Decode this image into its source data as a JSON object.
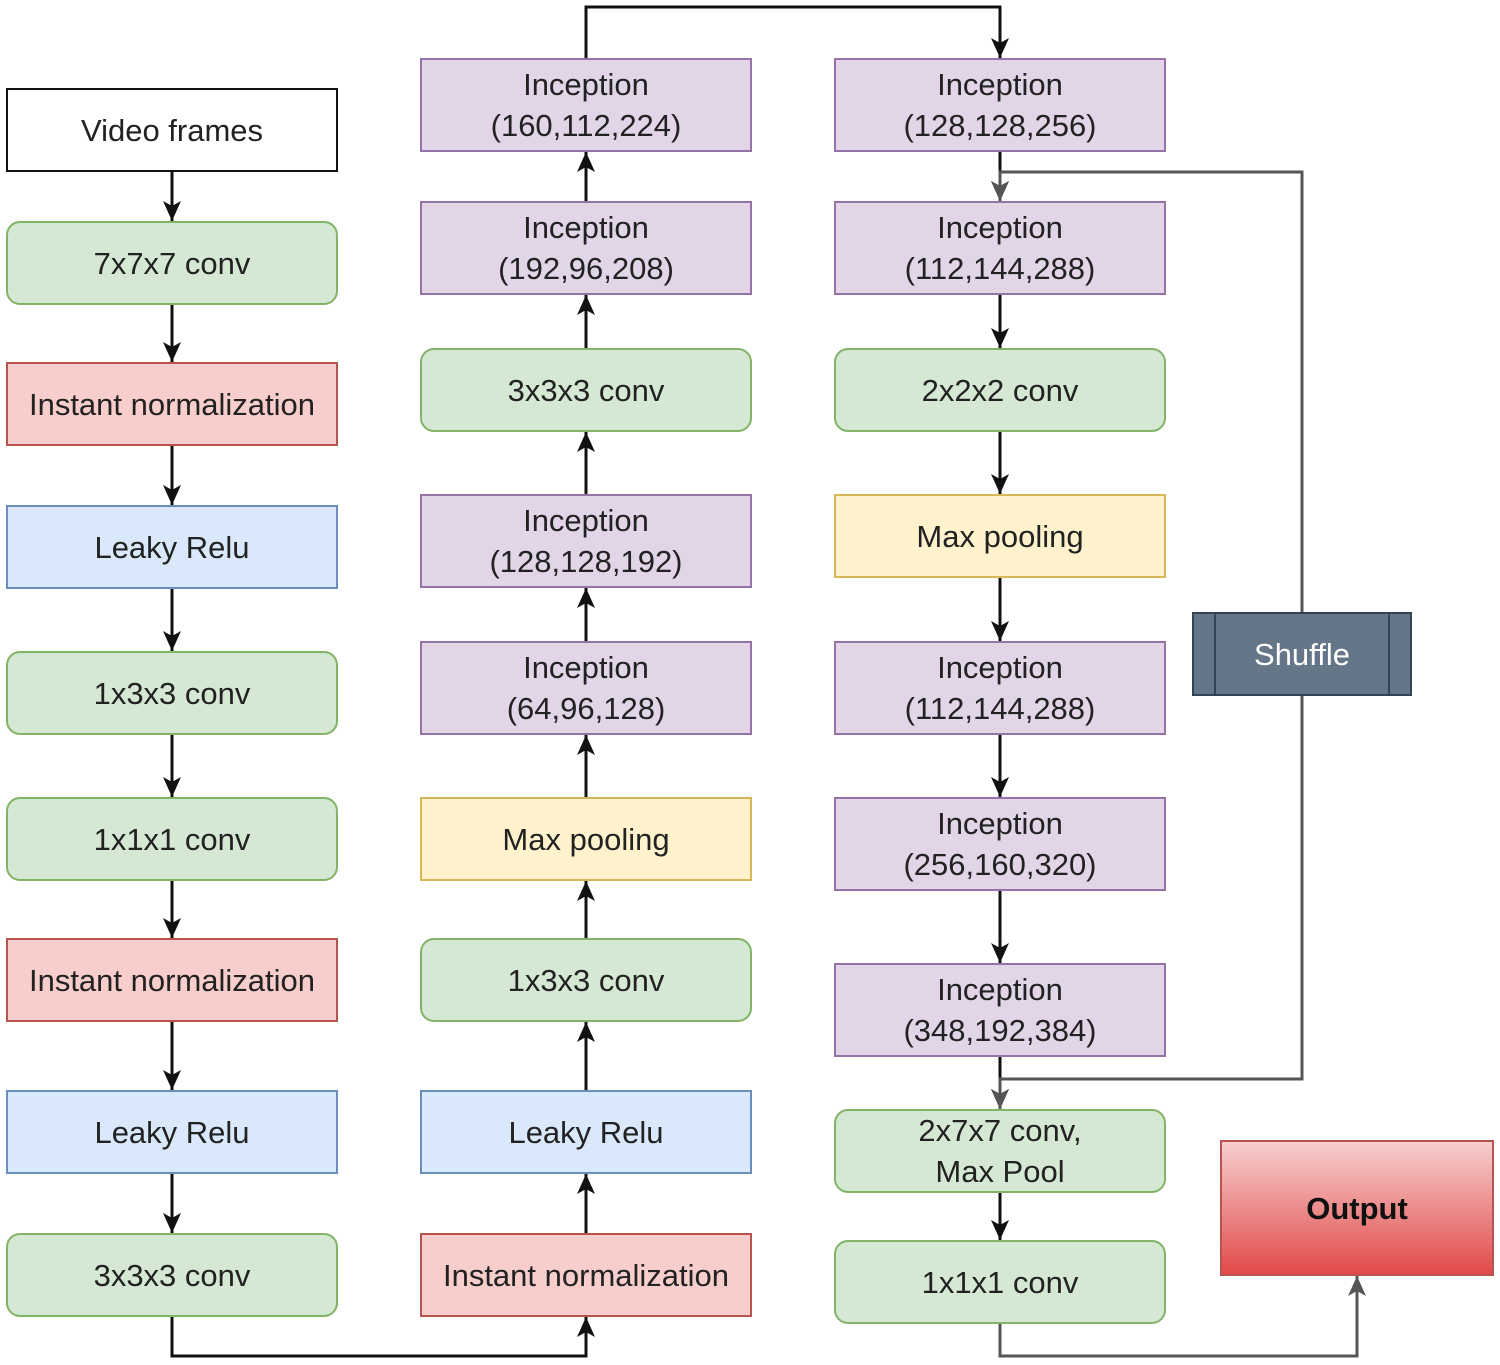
{
  "nodes": [
    {
      "id": "video-frames",
      "label": "Video frames",
      "kind": "input"
    },
    {
      "id": "left-conv-7x7x7",
      "label": "7x7x7 conv",
      "kind": "conv"
    },
    {
      "id": "left-norm-1",
      "label": "Instant normalization",
      "kind": "norm"
    },
    {
      "id": "left-relu-1",
      "label": "Leaky Relu",
      "kind": "relu"
    },
    {
      "id": "left-conv-1x3x3",
      "label": "1x3x3 conv",
      "kind": "conv"
    },
    {
      "id": "left-conv-1x1x1",
      "label": "1x1x1 conv",
      "kind": "conv"
    },
    {
      "id": "left-norm-2",
      "label": "Instant normalization",
      "kind": "norm"
    },
    {
      "id": "left-relu-2",
      "label": "Leaky Relu",
      "kind": "relu"
    },
    {
      "id": "left-conv-3x3x3",
      "label": "3x3x3 conv",
      "kind": "conv"
    },
    {
      "id": "mid-norm",
      "label": "Instant normalization",
      "kind": "norm"
    },
    {
      "id": "mid-relu",
      "label": "Leaky Relu",
      "kind": "relu"
    },
    {
      "id": "mid-conv-1x3x3",
      "label": "1x3x3 conv",
      "kind": "conv"
    },
    {
      "id": "mid-max-pool",
      "label": "Max pooling",
      "kind": "pool"
    },
    {
      "id": "mid-incep-64-96-128",
      "label": "Inception\n(64,96,128)",
      "kind": "incep"
    },
    {
      "id": "mid-incep-128-128-192",
      "label": "Inception\n(128,128,192)",
      "kind": "incep"
    },
    {
      "id": "mid-conv-3x3x3",
      "label": "3x3x3 conv",
      "kind": "conv"
    },
    {
      "id": "mid-incep-192-96-208",
      "label": "Inception\n(192,96,208)",
      "kind": "incep"
    },
    {
      "id": "mid-incep-160-112-224",
      "label": "Inception\n(160,112,224)",
      "kind": "incep"
    },
    {
      "id": "right-incep-128-128-256",
      "label": "Inception\n(128,128,256)",
      "kind": "incep"
    },
    {
      "id": "right-incep-112-144-288-a",
      "label": "Inception\n(112,144,288)",
      "kind": "incep"
    },
    {
      "id": "right-conv-2x2x2",
      "label": "2x2x2 conv",
      "kind": "conv"
    },
    {
      "id": "right-max-pool",
      "label": "Max pooling",
      "kind": "pool"
    },
    {
      "id": "right-incep-112-144-288-b",
      "label": "Inception\n(112,144,288)",
      "kind": "incep"
    },
    {
      "id": "right-incep-256-160-320",
      "label": "Inception\n(256,160,320)",
      "kind": "incep"
    },
    {
      "id": "right-incep-348-192-384",
      "label": "Inception\n(348,192,384)",
      "kind": "incep"
    },
    {
      "id": "right-conv-2x7x7-pool",
      "label": "2x7x7 conv,\nMax Pool",
      "kind": "conv"
    },
    {
      "id": "right-conv-1x1x1",
      "label": "1x1x1 conv",
      "kind": "conv"
    },
    {
      "id": "shuffle",
      "label": "Shuffle",
      "kind": "shuffle"
    },
    {
      "id": "output",
      "label": "Output",
      "kind": "output"
    }
  ],
  "edges": [
    {
      "from": "video-frames",
      "to": "left-conv-7x7x7"
    },
    {
      "from": "left-conv-7x7x7",
      "to": "left-norm-1"
    },
    {
      "from": "left-norm-1",
      "to": "left-relu-1"
    },
    {
      "from": "left-relu-1",
      "to": "left-conv-1x3x3"
    },
    {
      "from": "left-conv-1x3x3",
      "to": "left-conv-1x1x1"
    },
    {
      "from": "left-conv-1x1x1",
      "to": "left-norm-2"
    },
    {
      "from": "left-norm-2",
      "to": "left-relu-2"
    },
    {
      "from": "left-relu-2",
      "to": "left-conv-3x3x3"
    },
    {
      "from": "left-conv-3x3x3",
      "to": "mid-norm"
    },
    {
      "from": "mid-norm",
      "to": "mid-relu"
    },
    {
      "from": "mid-relu",
      "to": "mid-conv-1x3x3"
    },
    {
      "from": "mid-conv-1x3x3",
      "to": "mid-max-pool"
    },
    {
      "from": "mid-max-pool",
      "to": "mid-incep-64-96-128"
    },
    {
      "from": "mid-incep-64-96-128",
      "to": "mid-incep-128-128-192"
    },
    {
      "from": "mid-incep-128-128-192",
      "to": "mid-conv-3x3x3"
    },
    {
      "from": "mid-conv-3x3x3",
      "to": "mid-incep-192-96-208"
    },
    {
      "from": "mid-incep-192-96-208",
      "to": "mid-incep-160-112-224"
    },
    {
      "from": "mid-incep-160-112-224",
      "to": "right-incep-128-128-256"
    },
    {
      "from": "right-incep-128-128-256",
      "to": "right-incep-112-144-288-a"
    },
    {
      "from": "right-incep-112-144-288-a",
      "to": "right-conv-2x2x2"
    },
    {
      "from": "right-conv-2x2x2",
      "to": "right-max-pool"
    },
    {
      "from": "right-max-pool",
      "to": "right-incep-112-144-288-b"
    },
    {
      "from": "right-incep-112-144-288-b",
      "to": "right-incep-256-160-320"
    },
    {
      "from": "right-incep-256-160-320",
      "to": "right-incep-348-192-384"
    },
    {
      "from": "right-incep-348-192-384",
      "to": "right-conv-2x7x7-pool"
    },
    {
      "from": "right-conv-2x7x7-pool",
      "to": "right-conv-1x1x1"
    },
    {
      "from": "right-conv-1x1x1",
      "to": "output"
    },
    {
      "from": "shuffle",
      "to": "right-incep-112-144-288-a"
    },
    {
      "from": "shuffle",
      "to": "right-conv-2x7x7-pool"
    }
  ]
}
